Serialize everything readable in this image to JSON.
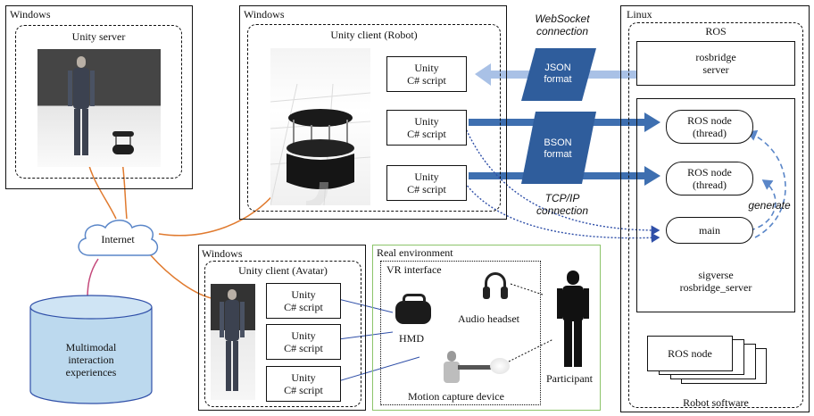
{
  "colors": {
    "arrow_blue": "#3e6fb0",
    "arrow_light": "#a9c1e6",
    "format_box": "#2f5d9c",
    "internet_line": "#e07a2e",
    "db_fill": "#bcd9ee",
    "db_stroke": "#c4487a",
    "real_env_border": "#8cc46a",
    "dotted_blue": "#2f4fa8"
  },
  "win_server": {
    "title": "Windows",
    "inner": "Unity server"
  },
  "win_robot": {
    "title": "Windows",
    "inner": "Unity client (Robot)",
    "scripts": [
      "Unity\nC# script",
      "Unity\nC# script",
      "Unity\nC# script"
    ]
  },
  "win_avatar": {
    "title": "Windows",
    "inner": "Unity client (Avatar)",
    "scripts": [
      "Unity\nC# script",
      "Unity\nC# script",
      "Unity\nC# script"
    ]
  },
  "linux": {
    "title": "Linux",
    "ros": "ROS",
    "rosbridge": "rosbridge\nserver",
    "ros_node1": "ROS node\n(thread)",
    "ros_node2": "ROS node\n(thread)",
    "main": "main",
    "generate": "generate",
    "sigverse": "sigverse\nrosbridge_server",
    "ros_node_stack": "ROS node",
    "robot_software": "Robot software"
  },
  "websocket": "WebSocket\nconnection",
  "tcpip": "TCP/IP\nconnection",
  "json_box": "JSON\nformat",
  "bson_box": "BSON\nformat",
  "internet": "Internet",
  "database": "Multimodal\ninteraction\nexperiences",
  "real_env": {
    "title": "Real environment",
    "vr": "VR interface",
    "hmd": "HMD",
    "audio": "Audio headset",
    "participant": "Participant",
    "mocap": "Motion capture device"
  }
}
